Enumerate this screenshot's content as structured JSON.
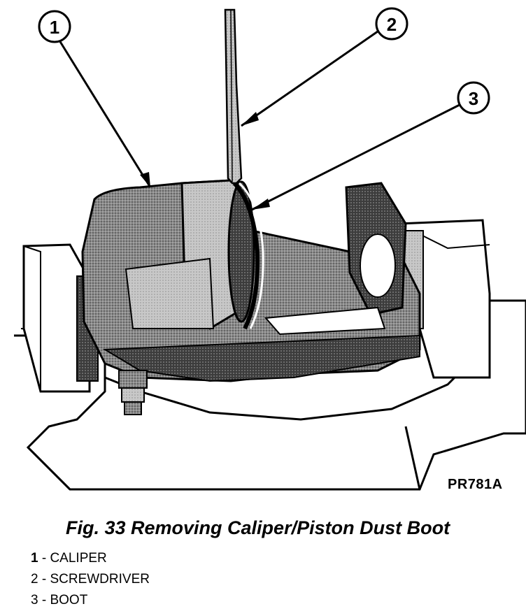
{
  "callouts": [
    "1",
    "2",
    "3"
  ],
  "figure_code": "PR781A",
  "caption": "Fig. 33 Removing Caliper/Piston Dust Boot",
  "legend": [
    {
      "num": "1",
      "text": " - CALIPER"
    },
    {
      "num": "2",
      "text": " - SCREWDRIVER"
    },
    {
      "num": "3",
      "text": " - BOOT"
    }
  ]
}
